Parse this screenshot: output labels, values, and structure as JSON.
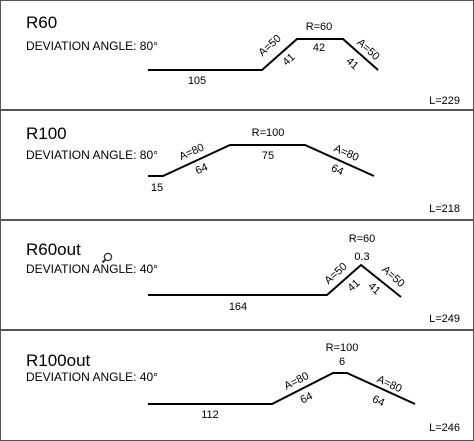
{
  "panels": [
    {
      "title": "R60",
      "subtitle": "DEVIATION ANGLE: 80°",
      "total": "L=229",
      "labels": [
        "105",
        "A=50",
        "41",
        "R=60",
        "42",
        "A=50",
        "41"
      ]
    },
    {
      "title": "R100",
      "subtitle": "DEVIATION ANGLE: 80°",
      "total": "L=218",
      "labels": [
        "15",
        "A=80",
        "64",
        "R=100",
        "75",
        "A=80",
        "64"
      ]
    },
    {
      "title": "R60out",
      "subtitle": "DEVIATION ANGLE: 40°",
      "total": "L=249",
      "labels": [
        "164",
        "A=50",
        "41",
        "R=60",
        "0.3",
        "A=50",
        "41"
      ]
    },
    {
      "title": "R100out",
      "subtitle": "DEVIATION ANGLE: 40°",
      "total": "L=246",
      "labels": [
        "112",
        "A=80",
        "64",
        "R=100",
        "6",
        "A=80",
        "64"
      ]
    }
  ],
  "icons": {
    "cursor": "magnifier-icon"
  }
}
